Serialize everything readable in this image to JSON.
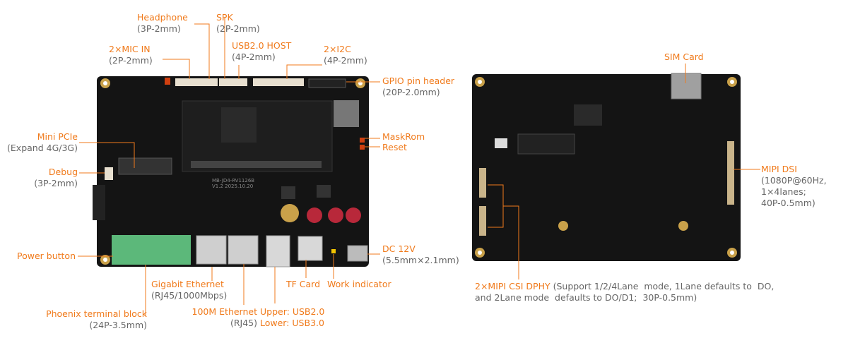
{
  "front_labels": {
    "headphone": {
      "title": "Headphone",
      "spec": "(3P-2mm)"
    },
    "spk": {
      "title": "SPK",
      "spec": "(2P-2mm)"
    },
    "mic_in": {
      "title": "2×MIC IN",
      "spec": "(2P-2mm)"
    },
    "usb_host": {
      "title": "USB2.0 HOST",
      "spec": "(4P-2mm)"
    },
    "i2c": {
      "title": "2×I2C",
      "spec": "(4P-2mm)"
    },
    "gpio": {
      "title": "GPIO pin header",
      "spec": "(20P-2.0mm)"
    },
    "mini_pcie": {
      "title": "Mini PCIe",
      "spec": "(Expand 4G/3G)"
    },
    "debug": {
      "title": "Debug",
      "spec": "(3P-2mm)"
    },
    "maskrom": {
      "title": "MaskRom"
    },
    "reset": {
      "title": "Reset"
    },
    "power_button": {
      "title": "Power button"
    },
    "dc": {
      "title": "DC 12V",
      "spec": "(5.5mm×2.1mm)"
    },
    "gigabit": {
      "title": "Gigabit Ethernet",
      "spec": "(RJ45/1000Mbps)"
    },
    "tf_card": {
      "title": "TF Card"
    },
    "work_indicator": {
      "title": "Work indicator"
    },
    "phoenix": {
      "title": "Phoenix terminal block",
      "spec": "(24P-3.5mm)"
    },
    "ethernet_100m": {
      "title": "100M Ethernet",
      "spec": "(RJ45)"
    },
    "usb_stack": {
      "upper": "Upper: USB2.0",
      "lower": "Lower: USB3.0"
    }
  },
  "back_labels": {
    "sim_card": {
      "title": "SIM Card"
    },
    "mipi_dsi": {
      "title": "MIPI DSI",
      "spec_1": "(1080P@60Hz,",
      "spec_2": "1×4lanes;",
      "spec_3": "40P-0.5mm)"
    },
    "mipi_csi": {
      "title": "2×MIPI CSI DPHY",
      "spec_1": " (Support 1/2/4Lane  mode, 1Lane defaults to  DO,",
      "spec_2": "and 2Lane mode  defaults to DO/D1;  30P-0.5mm)"
    }
  },
  "board_prints": {
    "model": "MB-JD4-RV1126B",
    "version": "V1.2 2025.10.20"
  },
  "colors": {
    "label_orange": "#f07a1b",
    "spec_gray": "#666666",
    "pcb": "#141414",
    "terminal_green": "#5cb87a"
  }
}
